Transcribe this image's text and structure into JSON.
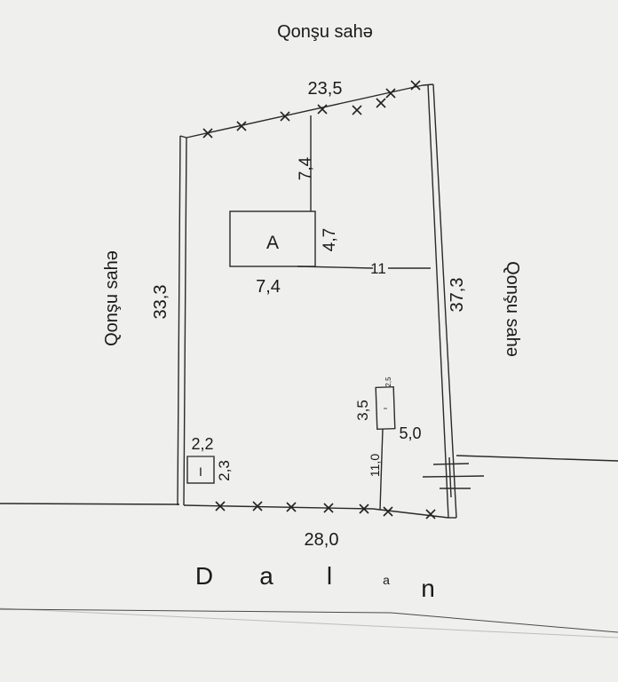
{
  "labels": {
    "top_neighbor": "Qonşu sahə",
    "left_neighbor": "Qonşu sahə",
    "right_neighbor": "Qonşu sahə",
    "street_letters": [
      "D",
      "a",
      "l",
      "a",
      "n"
    ]
  },
  "dimensions": {
    "top_side": "23,5",
    "bottom_side": "28,0",
    "left_side": "33,3",
    "right_side": "37,3",
    "house_to_top": "7,4",
    "house_width": "7,4",
    "house_depth": "4,7",
    "house_to_right": "11",
    "small_bldg_to_bottom": "11,0",
    "small_bldg_depth": "3,5",
    "small_bldg_width": "5,0",
    "small_bldg_mark": "2,5",
    "shed_width": "2,2",
    "shed_depth": "2,3"
  },
  "buildings": {
    "house_label": "A",
    "shed_label": "I"
  }
}
